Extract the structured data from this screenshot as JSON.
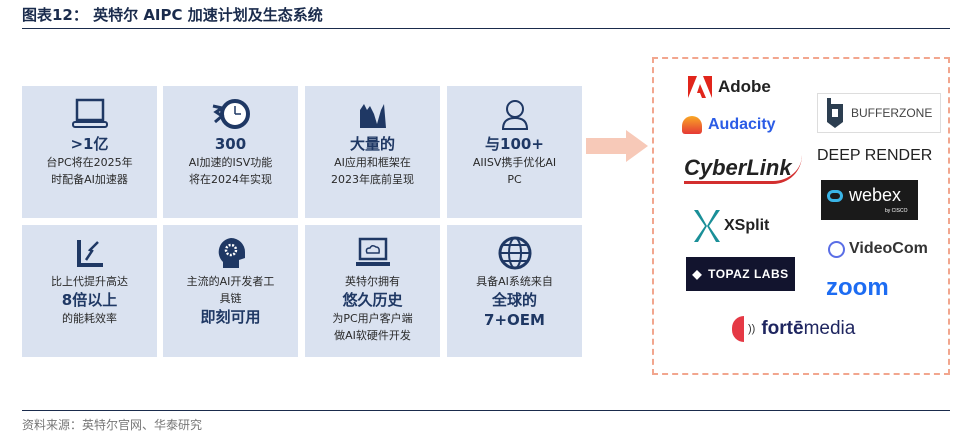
{
  "title": "图表12： 英特尔 AIPC 加速计划及生态系统",
  "cards": [
    {
      "icon": "laptop-icon",
      "big": ">1亿",
      "lines": [
        "台PC将在2025年",
        "时配备AI加速器"
      ]
    },
    {
      "icon": "clock-icon",
      "big": "300",
      "lines": [
        "AI加速的ISV功能",
        "将在2024年实现"
      ]
    },
    {
      "icon": "chart-icon",
      "big": "大量的",
      "lines": [
        "AI应用和框架在",
        "2023年底前呈现"
      ]
    },
    {
      "icon": "person-icon",
      "big": "与100+",
      "lines": [
        "AIISV携手优化AI",
        "PC"
      ]
    },
    {
      "icon": "growth-icon",
      "pre": "比上代提升高达",
      "big": "8倍以上",
      "post": "的能耗效率"
    },
    {
      "icon": "brain-gear-icon",
      "pre": "主流的AI开发者工",
      "pre2": "具链",
      "big": "即刻可用"
    },
    {
      "icon": "cloud-laptop-icon",
      "pre": "英特尔拥有",
      "big": "悠久历史",
      "lines": [
        "为PC用户客户端",
        "做AI软硬件开发"
      ]
    },
    {
      "icon": "globe-icon",
      "pre": "具备AI系统来自",
      "big": "全球的",
      "big2": "7+OEM"
    }
  ],
  "logos": {
    "adobe": "Adobe",
    "audacity": "Audacity",
    "cyberlink": "CyberLink",
    "xsplit": "XSplit",
    "topaz": "TOPAZ LABS",
    "forte_a": "fortē",
    "forte_b": "media",
    "bufferzone": "BUFFERZONE",
    "deeprender": "DEEP RENDER",
    "webex": "webex",
    "webex_sub": "by CISCO",
    "videocom": "VideoCom",
    "zoom": "zoom"
  },
  "source": "资料来源：英特尔官网、华泰研究"
}
